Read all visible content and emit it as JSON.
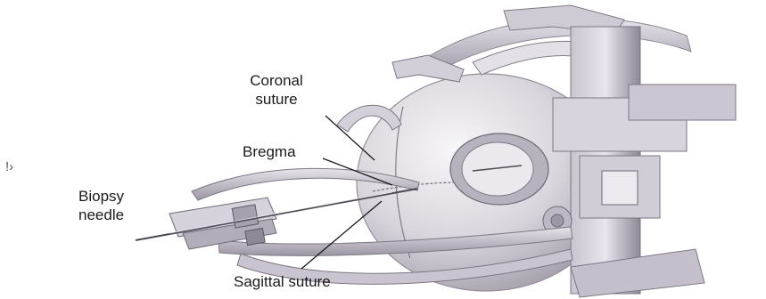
{
  "labels": {
    "coronal_suture": [
      "Coronal",
      "suture"
    ],
    "bregma": "Bregma",
    "biopsy_needle": [
      "Biopsy",
      "needle"
    ],
    "sagittal_suture": "Sagittal suture"
  },
  "colors": {
    "background": "#ffffff",
    "frame_light": "#dedbe3",
    "frame_mid": "#b9b4bf",
    "frame_dark": "#7d7784",
    "head_light": "#f1eff3",
    "head_shadow": "#a9a3ae",
    "leader_line": "#1a1a1a"
  }
}
